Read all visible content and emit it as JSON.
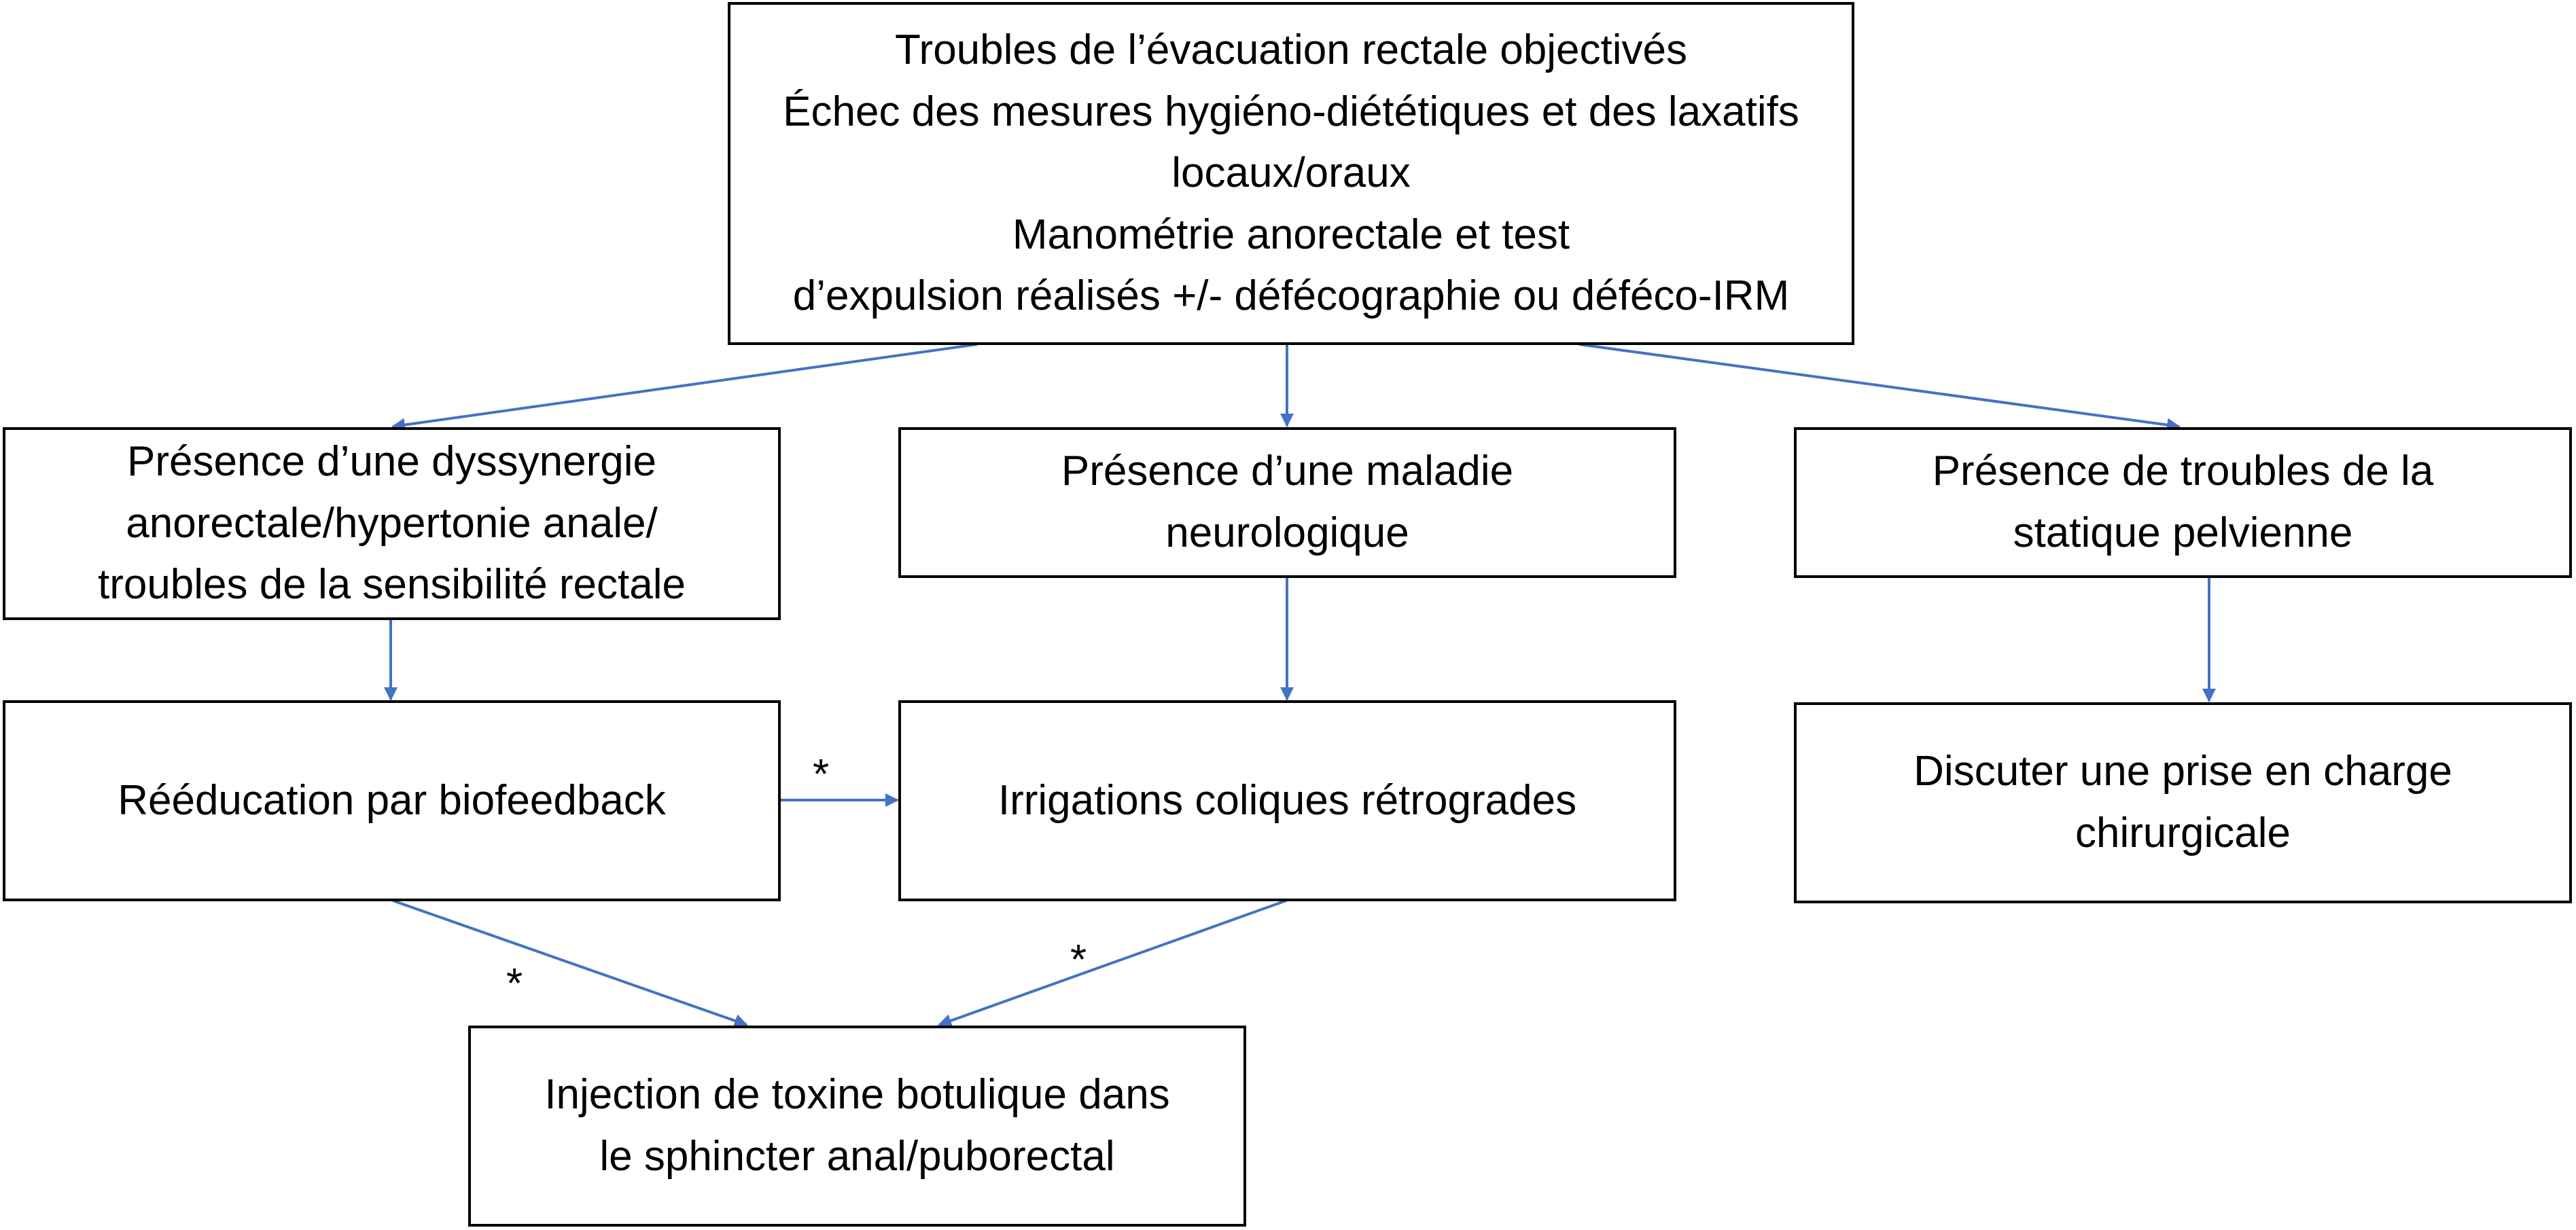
{
  "diagram": {
    "nodes": {
      "top": {
        "lines": [
          "Troubles de l’évacuation rectale objectivés",
          "Échec des mesures hygiéno-diététiques et des laxatifs",
          "locaux/oraux",
          "Manométrie anorectale et test",
          "d’expulsion réalisés +/- défécographie ou déféco-IRM"
        ]
      },
      "dyssynergia": {
        "lines": [
          "Présence d’une dyssynergie",
          "anorectale/hypertonie anale/",
          "troubles de la sensibilité rectale"
        ]
      },
      "neuro": {
        "lines": [
          "Présence d’une maladie",
          "neurologique"
        ]
      },
      "pelvic": {
        "lines": [
          "Présence de troubles de la",
          "statique pelvienne"
        ]
      },
      "biofeedback": {
        "lines": [
          "Rééducation par biofeedback"
        ]
      },
      "irrigation": {
        "lines": [
          "Irrigations coliques rétrogrades"
        ]
      },
      "surgery": {
        "lines": [
          "Discuter une prise en charge",
          "chirurgicale"
        ]
      },
      "botox": {
        "lines": [
          "Injection de toxine botulique dans",
          "le sphincter anal/puborectal"
        ]
      }
    },
    "edge_marks": {
      "biofeedback_to_irrigation": "*",
      "biofeedback_to_botox": "*",
      "irrigation_to_botox": "*"
    },
    "colors": {
      "arrow": "#4472C4",
      "border": "#000000",
      "text": "#000000"
    }
  }
}
